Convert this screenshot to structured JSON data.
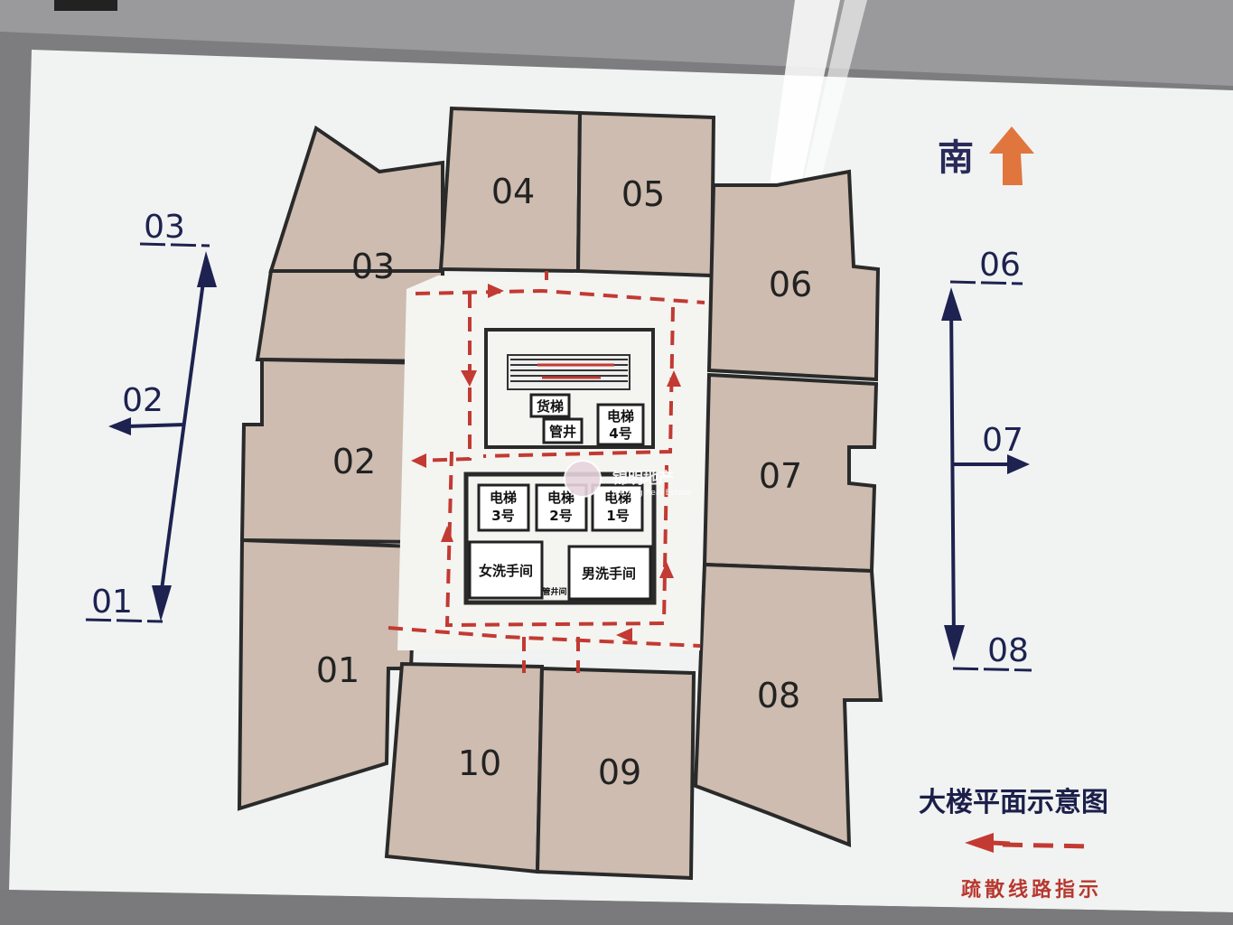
{
  "sign": {
    "title": "大楼平面示意图",
    "direction_label": "南",
    "legend_label": "疏散线路指示",
    "colors": {
      "route": "#c23a32",
      "navy": "#1e2250",
      "room": "#cdbcaf"
    }
  },
  "units": {
    "u01": "01",
    "u02": "02",
    "u03": "03",
    "u04": "04",
    "u05": "05",
    "u06": "06",
    "u07": "07",
    "u08": "08",
    "u09": "09",
    "u10": "10"
  },
  "left_index": {
    "top": "03",
    "middle": "02",
    "bottom": "01"
  },
  "right_index": {
    "top": "06",
    "middle": "07",
    "bottom": "08"
  },
  "core": {
    "freight_elevator": "货梯",
    "shaft": "管井",
    "elevator4_line1": "电梯",
    "elevator4_line2": "4号",
    "elevator3_line1": "电梯",
    "elevator3_line2": "3号",
    "elevator2_line1": "电梯",
    "elevator2_line2": "2号",
    "elevator1_line1": "电梯",
    "elevator1_line2": "1号",
    "womens_restroom": "女洗手间",
    "mens_restroom": "男洗手间",
    "shaft_room": "管井间"
  },
  "watermark": {
    "name": "锦明地产",
    "name_en": "Jinming Real Estate"
  }
}
